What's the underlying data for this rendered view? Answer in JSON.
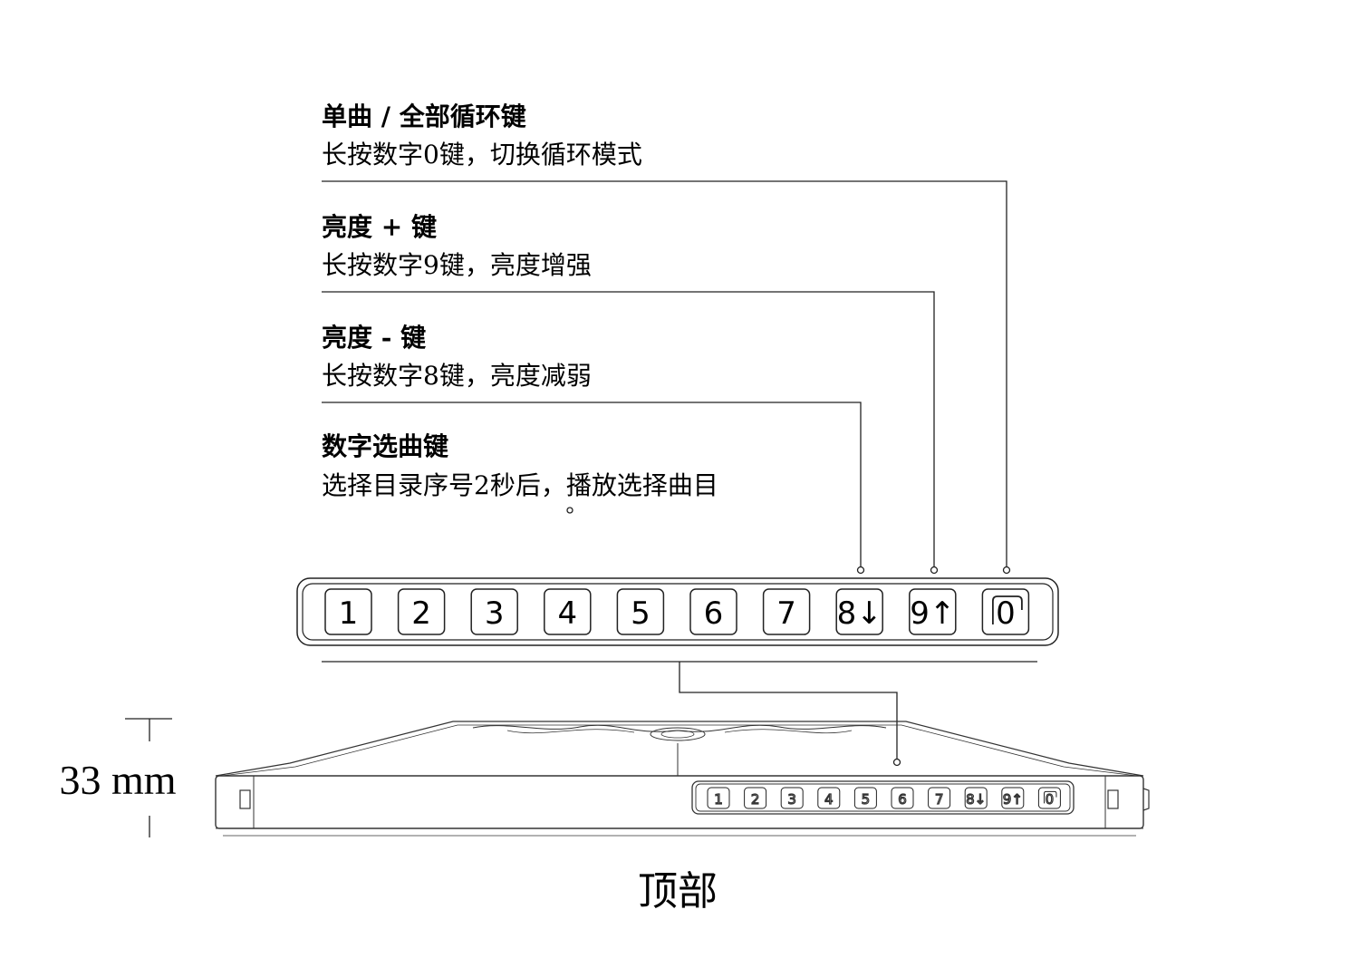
{
  "annotations": [
    {
      "title": "单曲 / 全部循环键",
      "desc": "长按数字0键，切换循环模式"
    },
    {
      "title": "亮度 + 键",
      "desc": "长按数字9键，亮度增强"
    },
    {
      "title": "亮度 - 键",
      "desc": "长按数字8键，亮度减弱"
    },
    {
      "title": "数字选曲键",
      "desc": "选择目录序号2秒后，播放选择曲目"
    }
  ],
  "keys": [
    "1",
    "2",
    "3",
    "4",
    "5",
    "6",
    "7",
    "8↓",
    "9↑",
    "0"
  ],
  "dimension": "33 mm",
  "view_label": "顶部"
}
